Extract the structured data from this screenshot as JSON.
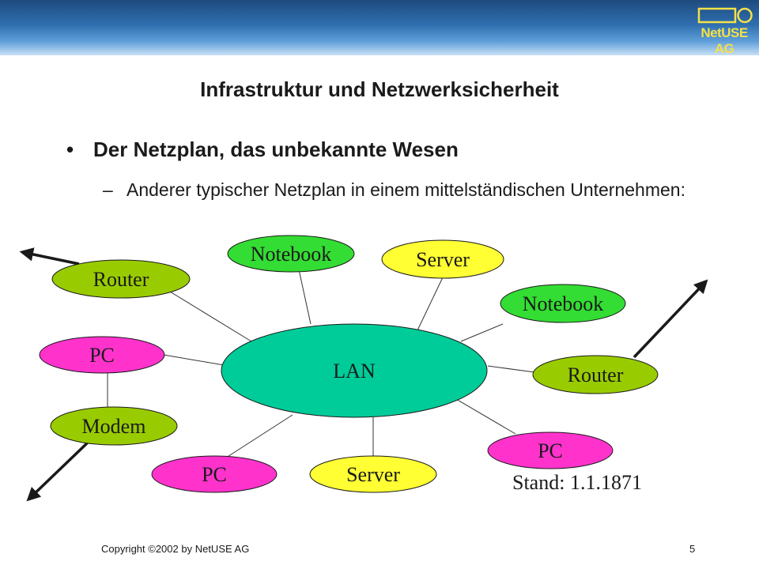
{
  "header": {
    "logo_text": "NetUSE AG"
  },
  "title": "Infrastruktur und Netzwerksicherheit",
  "bullet": "Der Netzplan, das unbekannte Wesen",
  "sub_bullet": {
    "dash": "–",
    "text": "Anderer typischer Netzplan in einem mittelständischen Unternehmen:"
  },
  "diagram": {
    "center": {
      "label": "LAN",
      "color": "#00cc99"
    },
    "nodes": [
      {
        "id": "router-left",
        "label": "Router",
        "color": "#99cc00"
      },
      {
        "id": "notebook-top",
        "label": "Notebook",
        "color": "#33dd33"
      },
      {
        "id": "server-top",
        "label": "Server",
        "color": "#ffff33"
      },
      {
        "id": "notebook-right",
        "label": "Notebook",
        "color": "#33dd33"
      },
      {
        "id": "pc-left",
        "label": "PC",
        "color": "#ff33cc"
      },
      {
        "id": "router-right",
        "label": "Router",
        "color": "#99cc00"
      },
      {
        "id": "modem",
        "label": "Modem",
        "color": "#99cc00"
      },
      {
        "id": "pc-right",
        "label": "PC",
        "color": "#ff33cc"
      },
      {
        "id": "pc-bottom",
        "label": "PC",
        "color": "#ff33cc"
      },
      {
        "id": "server-bottom",
        "label": "Server",
        "color": "#ffff33"
      }
    ]
  },
  "stand": "Stand: 1.1.1871",
  "footer": {
    "copyright": "Copyright ©2002 by NetUSE AG",
    "page": "5"
  }
}
